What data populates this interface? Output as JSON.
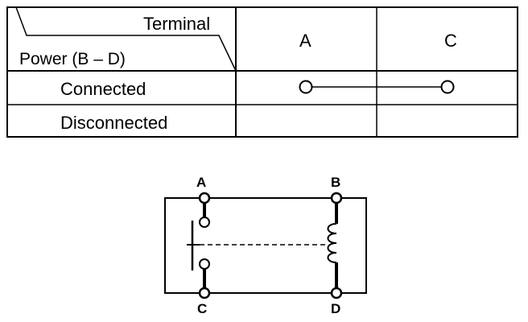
{
  "table": {
    "header_terminal": "Terminal",
    "header_power": "Power (B – D)",
    "columns": [
      "A",
      "C"
    ],
    "rows": [
      {
        "label": "Connected",
        "continuity": "A-C"
      },
      {
        "label": "Disconnected",
        "continuity": ""
      }
    ]
  },
  "diagram": {
    "pins": {
      "a": "A",
      "b": "B",
      "c": "C",
      "d": "D"
    }
  }
}
